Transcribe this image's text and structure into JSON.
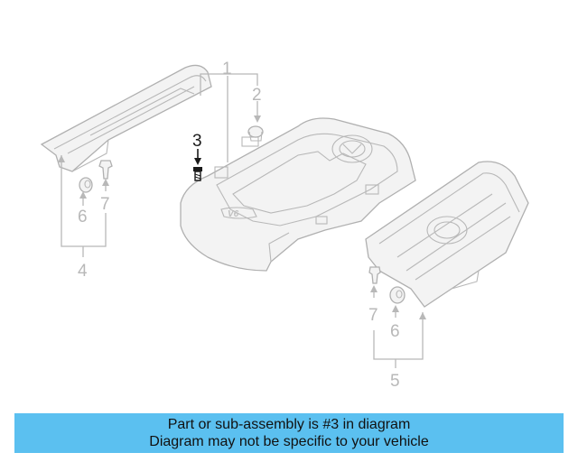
{
  "callouts": {
    "c1": "1",
    "c2": "2",
    "c3": "3",
    "c4": "4",
    "c5": "5",
    "c6a": "6",
    "c6b": "6",
    "c7a": "7",
    "c7b": "7"
  },
  "highlight_color": "#1a1a1a",
  "muted_color": "#b8b8b8",
  "banner": {
    "color": "#5bc0f0",
    "line1": "Part or sub-assembly is #3 in diagram",
    "line2": "Diagram may not be specific to your vehicle"
  }
}
